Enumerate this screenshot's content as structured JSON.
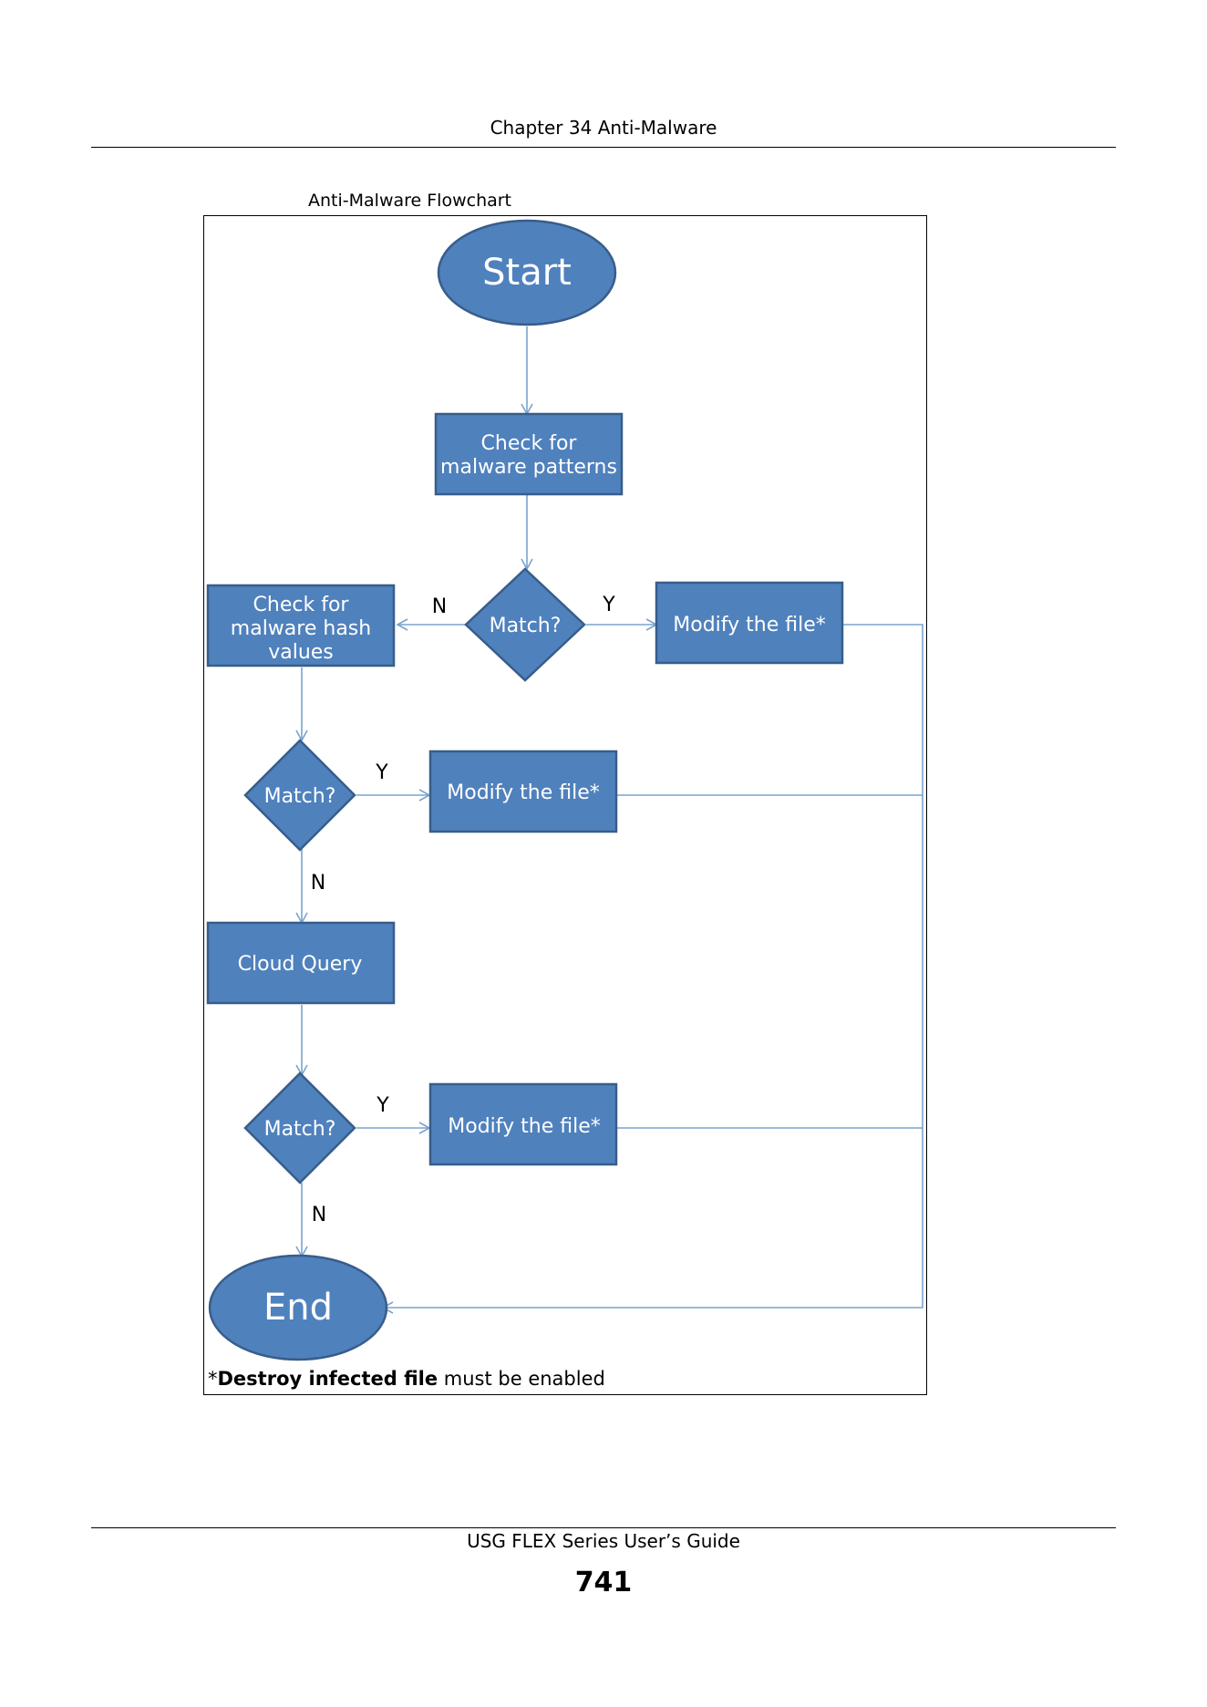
{
  "header": {
    "chapter_title": "Chapter 34 Anti-Malware"
  },
  "figure": {
    "caption": "Anti-Malware Flowchart",
    "nodes": {
      "start": "Start",
      "check_patterns": [
        "Check for",
        "malware patterns"
      ],
      "match_1": "Match?",
      "modify_1": "Modify the file*",
      "check_hash": [
        "Check for",
        "malware hash",
        "values"
      ],
      "match_2": "Match?",
      "modify_2": "Modify the file*",
      "cloud_query": "Cloud Query",
      "match_3": "Match?",
      "modify_3": "Modify the file*",
      "end": "End"
    },
    "edge_labels": {
      "match_1_no": "N",
      "match_1_yes": "Y",
      "match_2_yes": "Y",
      "match_2_no": "N",
      "match_3_yes": "Y",
      "match_3_no": "N"
    },
    "footnote": {
      "marker": "*",
      "bold": "Destroy infected file",
      "rest": " must be enabled"
    },
    "colors": {
      "fill": "#4f81bd",
      "stroke": "#385d8a",
      "connector": "#7aa3cf",
      "text": "#ffffff"
    }
  },
  "footer": {
    "guide_title": "USG FLEX Series User’s Guide",
    "page_number": "741"
  }
}
